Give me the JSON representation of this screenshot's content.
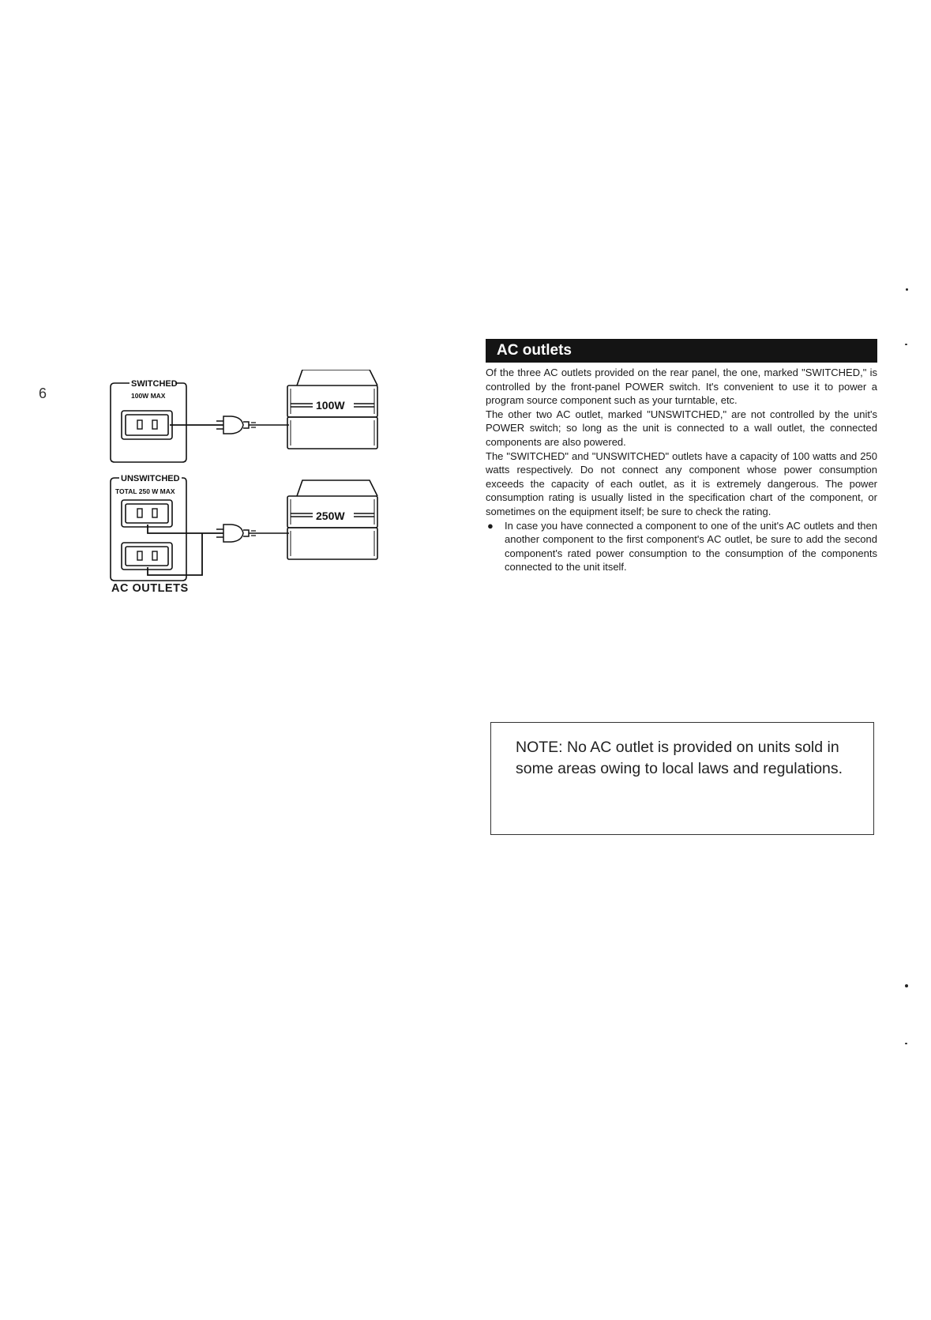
{
  "page": {
    "number": "6"
  },
  "diagram": {
    "switched_label": "SWITCHED",
    "switched_capacity": "100W MAX",
    "unswitched_label": "UNSWITCHED",
    "unswitched_capacity": "TOTAL 250 W MAX",
    "component_top_rating": "100W",
    "component_bottom_rating": "250W",
    "caption": "AC OUTLETS"
  },
  "section": {
    "title": "AC outlets",
    "paragraphs": [
      "Of the three AC outlets provided on the rear panel, the one, marked \"SWITCHED,\" is controlled by the front-panel POWER switch. It's convenient to use it to power a program source component such as your turntable, etc.",
      "The other two AC outlet, marked \"UNSWITCHED,\" are not controlled by the unit's POWER switch; so long as the unit is connected to a wall outlet, the connected components are also powered.",
      "The \"SWITCHED\" and \"UNSWITCHED\" outlets have a capacity of 100 watts and 250 watts respectively. Do not connect any component whose power consumption exceeds the capacity of each outlet, as it is extremely dangerous. The power consumption rating is usually listed in the specification chart of the component, or sometimes on the equipment itself; be sure to check the rating."
    ],
    "bullet_symbol": "●",
    "bullet": "In case you have connected a component to one of the unit's AC outlets and then another component to the first component's AC outlet, be sure to add the second component's rated power consumption to the consumption of the components connected to the unit itself."
  },
  "note": {
    "text": "NOTE: No AC outlet is provided on units sold in some areas owing to local laws and regulations."
  }
}
